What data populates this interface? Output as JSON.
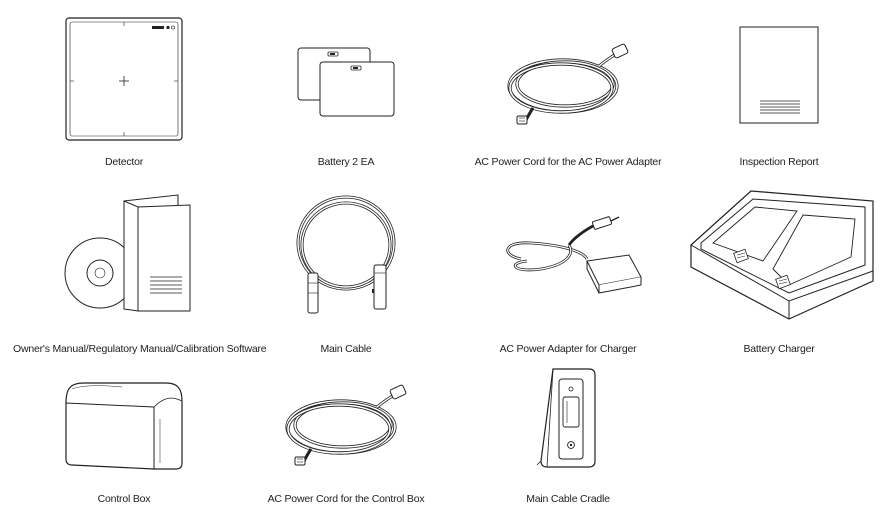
{
  "items": [
    {
      "label": "Detector",
      "icon": "detector-icon"
    },
    {
      "label": "Battery 2 EA",
      "icon": "battery-icon"
    },
    {
      "label": "AC Power Cord for the AC Power Adapter",
      "icon": "power-cord-icon"
    },
    {
      "label": "Inspection Report",
      "icon": "inspection-report-icon"
    },
    {
      "label": "Owner's Manual/Regulatory Manual/Calibration Software",
      "icon": "manual-cd-icon"
    },
    {
      "label": "Main Cable",
      "icon": "main-cable-icon"
    },
    {
      "label": "AC Power Adapter for Charger",
      "icon": "power-adapter-icon"
    },
    {
      "label": "Battery Charger",
      "icon": "battery-charger-icon"
    },
    {
      "label": "Control Box",
      "icon": "control-box-icon"
    },
    {
      "label": "AC Power Cord for the Control Box",
      "icon": "power-cord-icon"
    },
    {
      "label": "Main Cable Cradle",
      "icon": "cable-cradle-icon"
    }
  ]
}
